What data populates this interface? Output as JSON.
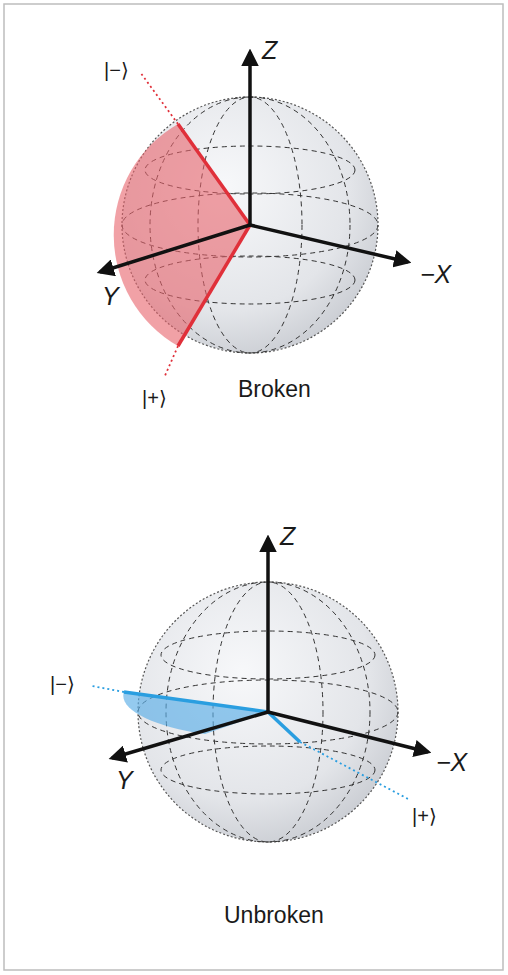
{
  "diagram": {
    "labels": [
      "Z",
      "|−⟩",
      "Y",
      "−X",
      "|+⟩",
      "Broken",
      "Z",
      "|−⟩",
      "Y",
      "−X",
      "|+⟩",
      "Unbroken"
    ]
  }
}
